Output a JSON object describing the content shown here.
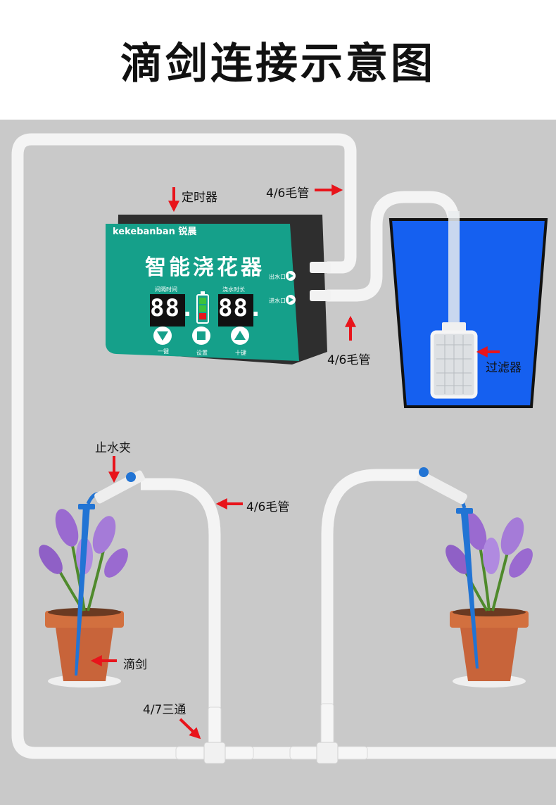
{
  "title": "滴剑连接示意图",
  "device": {
    "brand": "kekebanban 锐晨",
    "name": "智能浇花器",
    "display_left_caption": "间隔时间",
    "display_right_caption": "浇水时长",
    "display_left_value": "88.",
    "display_right_value": "88.",
    "outlet_label": "出水口",
    "inlet_label": "进水口",
    "btn_down_caption": "一键",
    "btn_set_caption": "设置",
    "btn_up_caption": "十键"
  },
  "labels": {
    "timer": "定时器",
    "pipe_top": "4/6毛管",
    "pipe_inlet": "4/6毛管",
    "filter": "过滤器",
    "clamp": "止水夹",
    "pipe_mid": "4/6毛管",
    "drip_stake": "滴剑",
    "tee": "4/7三通"
  },
  "colors": {
    "arrow": "#e8141b",
    "device_green": "#15a08a",
    "water": "#1560f0",
    "tube": "#f4f4f4",
    "stage_bg": "#c9c9c9",
    "stake": "#2274d4",
    "pot": "#c8643a",
    "petal": "#9a6ad0"
  }
}
